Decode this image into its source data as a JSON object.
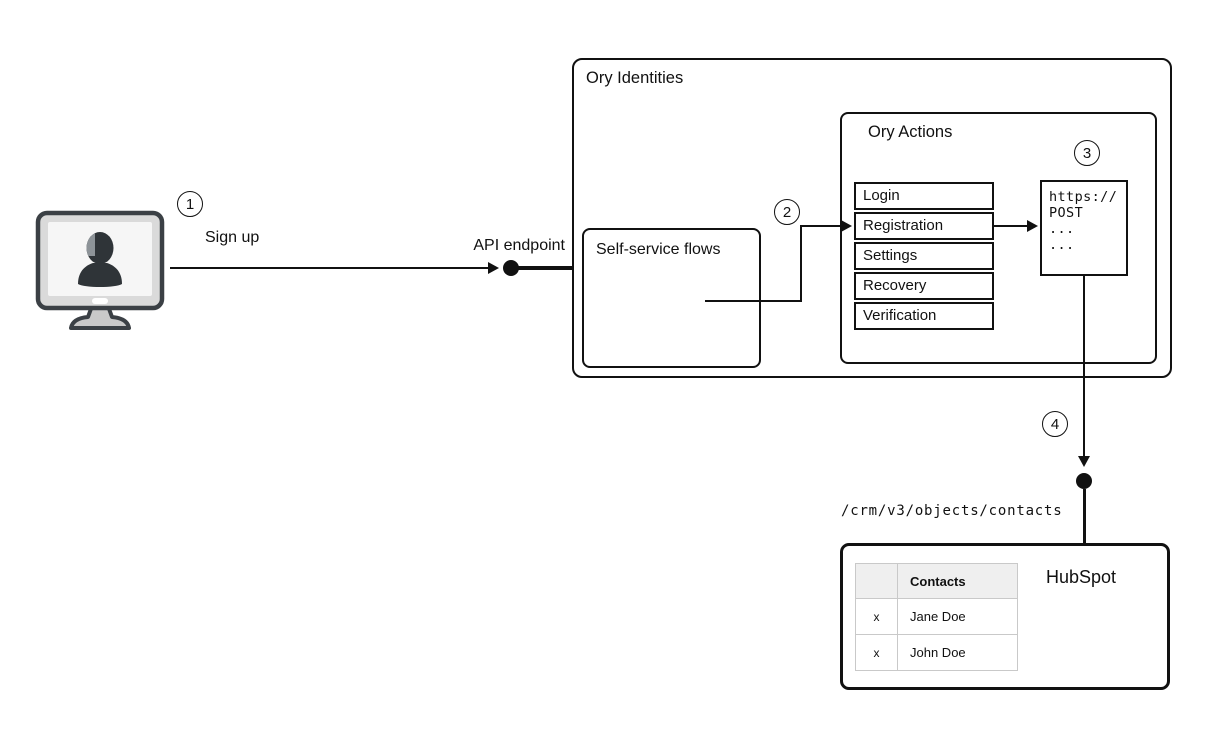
{
  "diagram": {
    "badges": {
      "one": "1",
      "two": "2",
      "three": "3",
      "four": "4"
    },
    "labels": {
      "sign_up": "Sign up",
      "api_endpoint": "API endpoint",
      "ory_identities": "Ory Identities",
      "self_service_flows": "Self-service flows",
      "ory_actions": "Ory Actions",
      "hubspot": "HubSpot",
      "endpoint_path": "/crm/v3/objects/contacts"
    },
    "flows": [
      "Login",
      "Registration",
      "Settings",
      "Recovery",
      "Verification"
    ],
    "code": {
      "lines": [
        "https://",
        "POST",
        "...",
        "..."
      ]
    },
    "contacts_table": {
      "header": "Contacts",
      "rows": [
        {
          "mark": "x",
          "name": "Jane Doe"
        },
        {
          "mark": "x",
          "name": "John Doe"
        }
      ]
    },
    "colors": {
      "stroke": "#111111",
      "table_border": "#c9c9c9",
      "table_header_bg": "#efefef"
    }
  }
}
